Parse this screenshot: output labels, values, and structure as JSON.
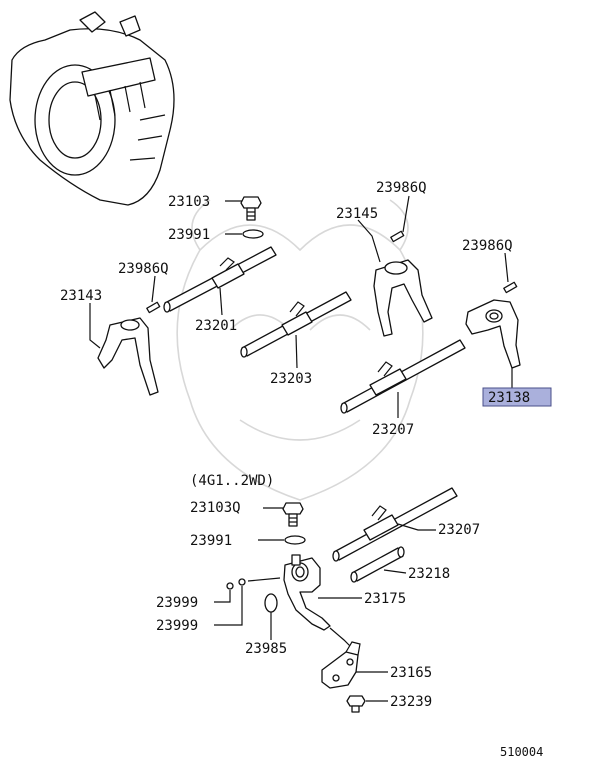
{
  "diagram": {
    "figure_number": "510004",
    "variant_note": "(4G1..2WD)",
    "highlight_color": "#aab0dc",
    "highlighted_part": "23138",
    "callouts": {
      "c23103": "23103",
      "c23991a": "23991",
      "c23986q_left": "23986Q",
      "c23143": "23143",
      "c23201": "23201",
      "c23203": "23203",
      "c23986q_mid": "23986Q",
      "c23145": "23145",
      "c23986q_right": "23986Q",
      "c23138": "23138",
      "c23207a": "23207",
      "c23103q": "23103Q",
      "c23991b": "23991",
      "c23207b": "23207",
      "c23218": "23218",
      "c23999a": "23999",
      "c23999b": "23999",
      "c23175": "23175",
      "c23985": "23985",
      "c23165": "23165",
      "c23239": "23239"
    }
  }
}
